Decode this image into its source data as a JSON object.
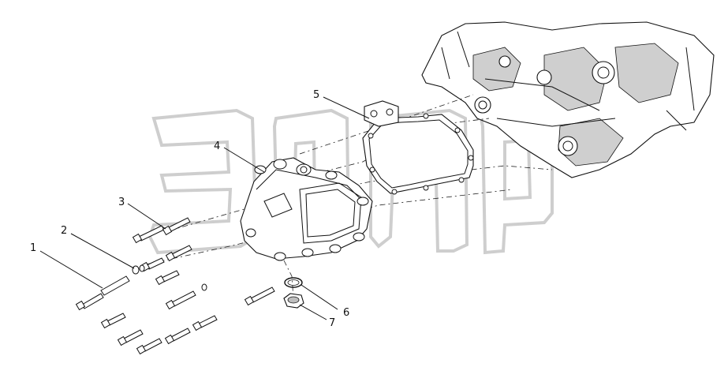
{
  "diagram": {
    "callouts": [
      {
        "id": "1",
        "label": "1"
      },
      {
        "id": "2",
        "label": "2"
      },
      {
        "id": "3",
        "label": "3"
      },
      {
        "id": "4",
        "label": "4"
      },
      {
        "id": "5",
        "label": "5"
      },
      {
        "id": "6",
        "label": "6"
      },
      {
        "id": "7",
        "label": "7"
      }
    ],
    "watermark": "элар"
  }
}
